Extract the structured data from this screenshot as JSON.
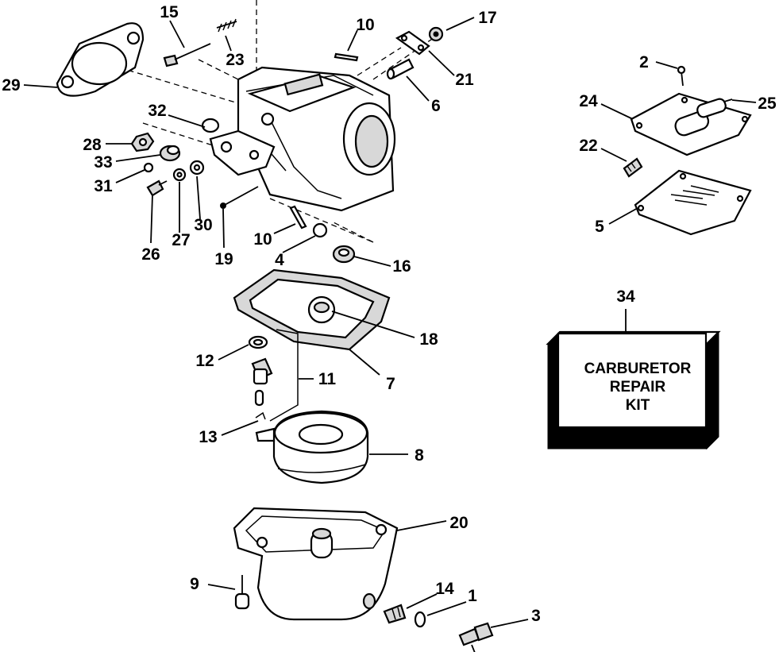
{
  "diagram": {
    "callouts": [
      {
        "id": "c15",
        "label": "15"
      },
      {
        "id": "c23",
        "label": "23"
      },
      {
        "id": "c10a",
        "label": "10"
      },
      {
        "id": "c17",
        "label": "17"
      },
      {
        "id": "c29",
        "label": "29"
      },
      {
        "id": "c21",
        "label": "21"
      },
      {
        "id": "c6",
        "label": "6"
      },
      {
        "id": "c32",
        "label": "32"
      },
      {
        "id": "c28",
        "label": "28"
      },
      {
        "id": "c33",
        "label": "33"
      },
      {
        "id": "c31",
        "label": "31"
      },
      {
        "id": "c30",
        "label": "30"
      },
      {
        "id": "c26",
        "label": "26"
      },
      {
        "id": "c27",
        "label": "27"
      },
      {
        "id": "c19",
        "label": "19"
      },
      {
        "id": "c10b",
        "label": "10"
      },
      {
        "id": "c4",
        "label": "4"
      },
      {
        "id": "c16",
        "label": "16"
      },
      {
        "id": "c2",
        "label": "2"
      },
      {
        "id": "c24",
        "label": "24"
      },
      {
        "id": "c25",
        "label": "25"
      },
      {
        "id": "c22",
        "label": "22"
      },
      {
        "id": "c5",
        "label": "5"
      },
      {
        "id": "c34",
        "label": "34"
      },
      {
        "id": "c18",
        "label": "18"
      },
      {
        "id": "c12",
        "label": "12"
      },
      {
        "id": "c11",
        "label": "11"
      },
      {
        "id": "c7",
        "label": "7"
      },
      {
        "id": "c13",
        "label": "13"
      },
      {
        "id": "c8",
        "label": "8"
      },
      {
        "id": "c20",
        "label": "20"
      },
      {
        "id": "c9",
        "label": "9"
      },
      {
        "id": "c14",
        "label": "14"
      },
      {
        "id": "c1",
        "label": "1"
      },
      {
        "id": "c3",
        "label": "3"
      }
    ],
    "kit_box": {
      "line1": "CARBURETOR",
      "line2": "REPAIR",
      "line3": "KIT"
    }
  }
}
